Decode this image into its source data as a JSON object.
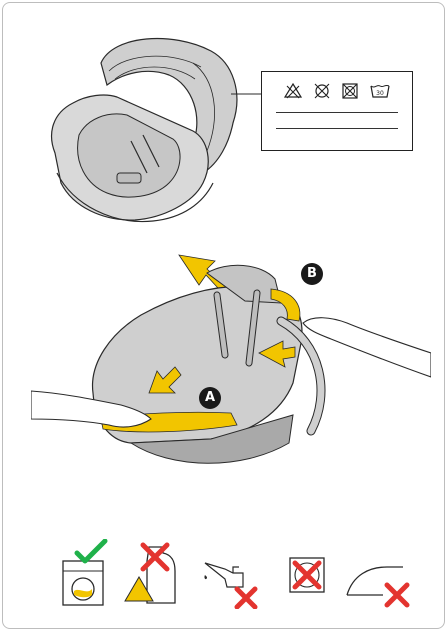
{
  "care_label": {
    "wash_temperature": "30",
    "symbols": [
      "no-bleach-icon",
      "no-tumble-dry-icon",
      "no-dry-clean-icon",
      "wash-30-icon"
    ]
  },
  "steps": {
    "a_label": "A",
    "b_label": "B"
  },
  "colors": {
    "accent_yellow": "#f2c500",
    "seat_grey": "#cfcfcf",
    "seat_dark": "#a9a9a9",
    "check_green": "#1fb14a",
    "cross_red": "#e3342f",
    "line": "#2a2a2a"
  },
  "bottom_icons": [
    {
      "name": "machine-wash-icon",
      "status": "allowed"
    },
    {
      "name": "no-chemical-cleaner-icon",
      "status": "forbidden"
    },
    {
      "name": "no-oil-lubricant-icon",
      "status": "forbidden"
    },
    {
      "name": "no-tumble-dryer-icon",
      "status": "forbidden"
    },
    {
      "name": "no-iron-icon",
      "status": "forbidden"
    }
  ]
}
